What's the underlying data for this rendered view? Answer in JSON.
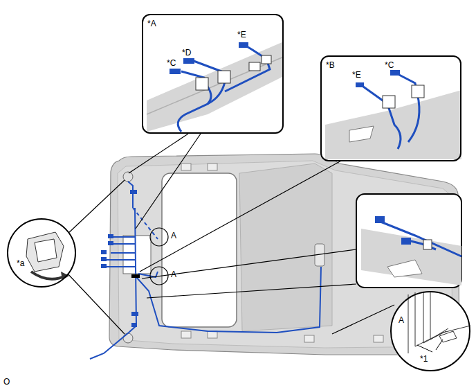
{
  "diagram": {
    "nodes": [
      {
        "text": [
          "*A"
        ]
      },
      {
        "text": [
          "*B"
        ]
      },
      {
        "text": [
          "*a"
        ]
      },
      {
        "text": [
          "A"
        ]
      }
    ],
    "labels": [
      "*E",
      "*D",
      "*C",
      "*C",
      "*E",
      "A",
      "A",
      "*1",
      "O"
    ]
  }
}
